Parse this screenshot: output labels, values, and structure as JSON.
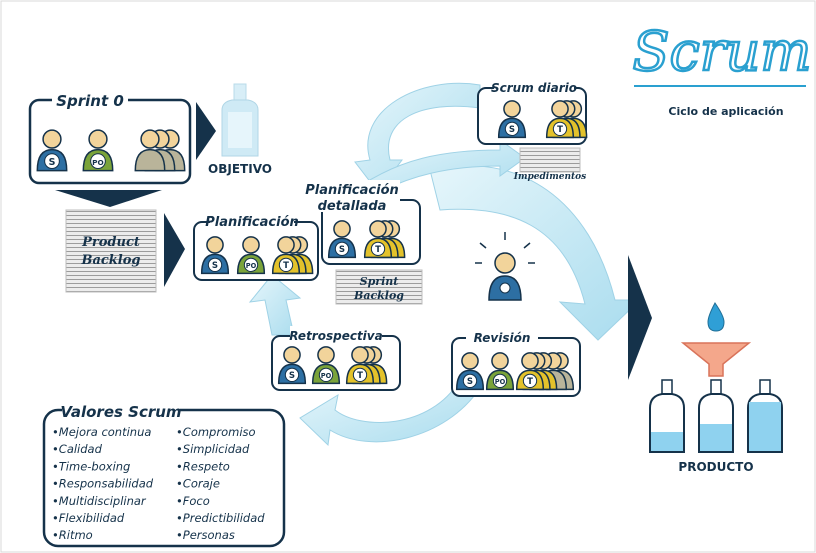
{
  "title": {
    "logo_text": "Scrum",
    "subtitle": "Ciclo de aplicación"
  },
  "sprint0": {
    "label": "Sprint 0",
    "roles": [
      "S",
      "PO",
      "T"
    ]
  },
  "objetivo": {
    "label": "OBJETIVO"
  },
  "product_backlog": {
    "line1": "Product",
    "line2": "Backlog"
  },
  "planificacion": {
    "label": "Planificación",
    "roles": [
      "S",
      "PO",
      "T"
    ]
  },
  "planificacion_detallada": {
    "line1": "Planificación",
    "line2": "detallada",
    "roles": [
      "S",
      "T"
    ]
  },
  "sprint_backlog": {
    "line1": "Sprint",
    "line2": "Backlog"
  },
  "scrum_diario": {
    "label": "Scrum diario",
    "roles": [
      "S",
      "T"
    ]
  },
  "impedimentos": {
    "label": "Impedimentos"
  },
  "revision": {
    "label": "Revisión",
    "roles": [
      "S",
      "PO",
      "T"
    ]
  },
  "retrospectiva": {
    "label": "Retrospectiva",
    "roles": [
      "S",
      "PO",
      "T"
    ]
  },
  "producto": {
    "label": "PRODUCTO"
  },
  "valores": {
    "title": "Valores Scrum",
    "left": [
      "•Mejora continua",
      "•Calidad",
      "•Time-boxing",
      "•Responsabilidad",
      "•Multidisciplinar",
      "•Flexibilidad",
      "•Ritmo"
    ],
    "right": [
      "•Compromiso",
      "•Simplicidad",
      "•Respeto",
      "•Coraje",
      "•Foco",
      "•Predictibilidad",
      "•Personas"
    ]
  },
  "colors": {
    "navy": "#15324a",
    "scrum_master": "#2d6fa3",
    "product_owner": "#7aa33a",
    "team": "#e3c22b",
    "arrow": "#bfe4f1",
    "face": "#f2d49b"
  }
}
